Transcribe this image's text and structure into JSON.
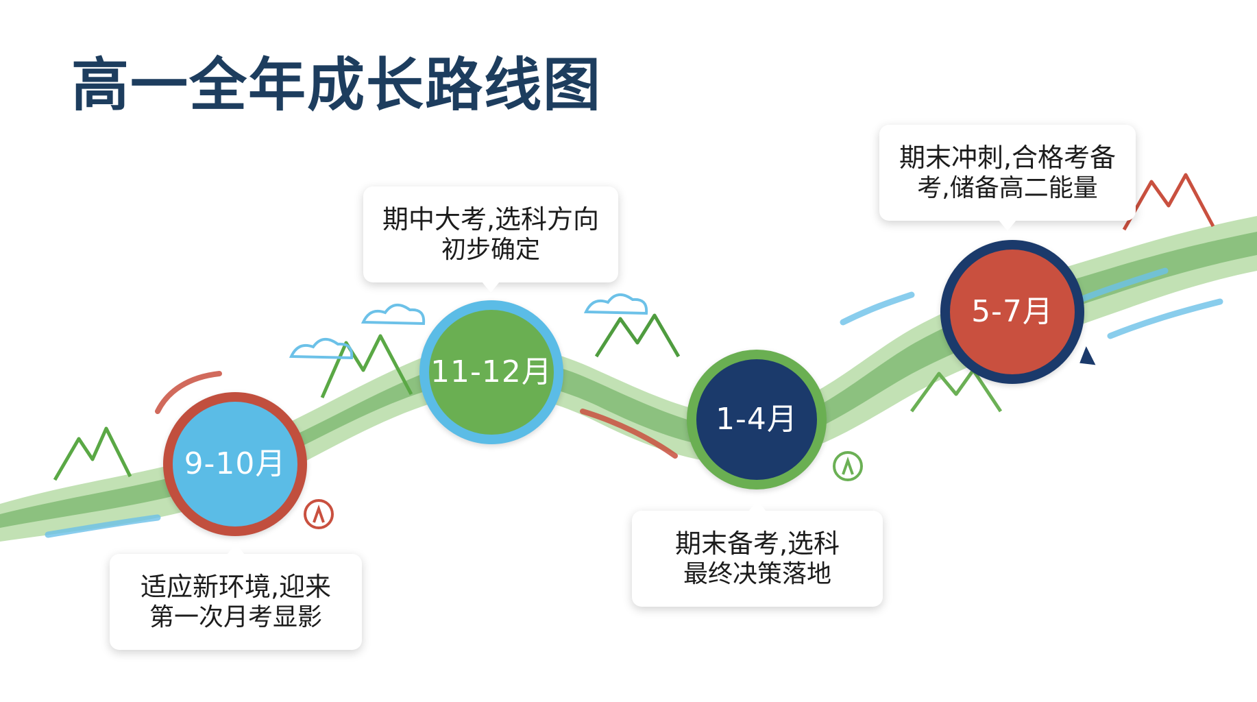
{
  "title": "高一全年成长路线图",
  "colors": {
    "title": "#1d3d5e",
    "green": "#6bb055",
    "light_blue": "#5bbce6",
    "navy": "#1b3a6b",
    "red": "#c9503f"
  },
  "milestones": [
    {
      "period": "9-10月",
      "fill": "#5bbce6",
      "ring": "#c14f3e",
      "text_line1": "适应新环境,迎来",
      "text_line2": "第一次月考显影"
    },
    {
      "period": "11-12月",
      "fill": "#6aaf52",
      "ring": "#5bbce6",
      "text_line1": "期中大考,选科方向",
      "text_line2": "初步确定"
    },
    {
      "period": "1-4月",
      "fill": "#1b3a6b",
      "ring": "#6aaf52",
      "text_line1": "期末备考,选科",
      "text_line2": "最终决策落地"
    },
    {
      "period": "5-7月",
      "fill": "#c9503f",
      "ring": "#1b3a6b",
      "text_line1": "期末冲刺,合格考备",
      "text_line2": "考,储备高二能量"
    }
  ],
  "decorations": [
    "watercolor-path",
    "mountain-icon",
    "cloud-icon",
    "compass-icon"
  ]
}
